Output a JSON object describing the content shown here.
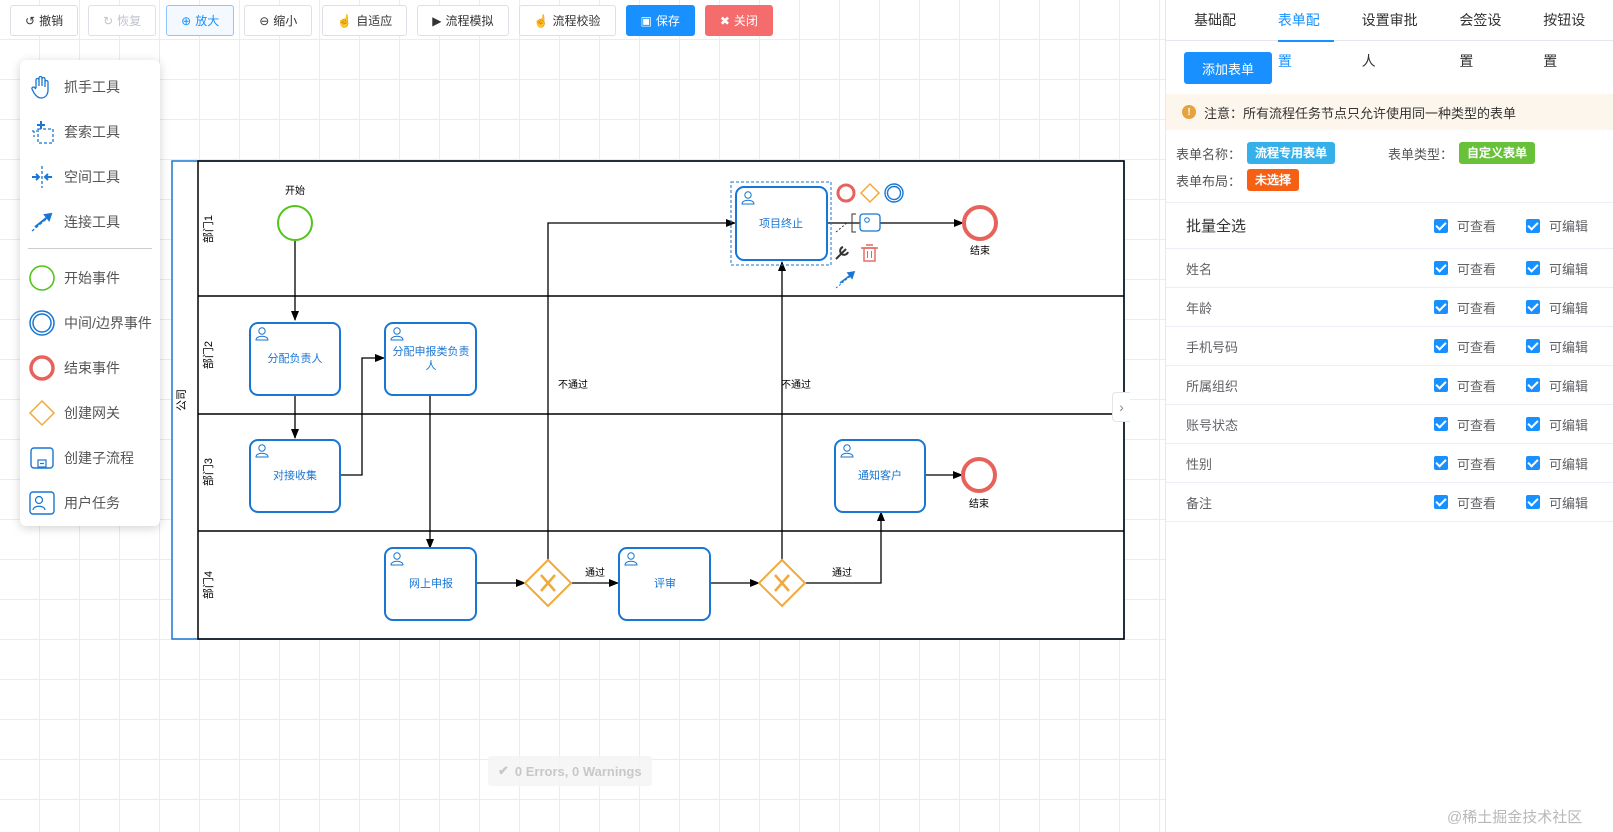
{
  "toolbar": {
    "undo": "撤销",
    "redo": "恢复",
    "zoom_in": "放大",
    "zoom_out": "缩小",
    "fit": "自适应",
    "simulate": "流程模拟",
    "validate": "流程校验",
    "save": "保存",
    "close": "关闭"
  },
  "palette": {
    "hand": "抓手工具",
    "lasso": "套索工具",
    "space": "空间工具",
    "connect": "连接工具",
    "start_event": "开始事件",
    "intermediate_event": "中间/边界事件",
    "end_event": "结束事件",
    "gateway": "创建网关",
    "subprocess": "创建子流程",
    "user_task": "用户任务"
  },
  "diagram": {
    "pool": "公司",
    "lanes": [
      "部门1",
      "部门2",
      "部门3",
      "部门4"
    ],
    "start_label": "开始",
    "end_label_1": "结束",
    "end_label_2": "结束",
    "tasks": {
      "project_end": "项目终止",
      "assign_owner": "分配负责人",
      "assign_reporter_line1": "分配申报类负责",
      "assign_reporter_line2": "人",
      "dock_collect": "对接收集",
      "notify_customer": "通知客户",
      "online_report": "网上申报",
      "review": "评审"
    },
    "flows": {
      "reject_1": "不通过",
      "reject_2": "不通过",
      "pass_1": "通过",
      "pass_2": "通过"
    }
  },
  "status": {
    "errors": "0 Errors, 0 Warnings"
  },
  "panel": {
    "tabs": [
      "基础配置",
      "表单配置",
      "设置审批人",
      "会签设置",
      "按钮设置"
    ],
    "active_tab": "表单配置",
    "add_form": "添加表单",
    "notice": "注意：所有流程任务节点只允许使用同一种类型的表单",
    "form_name_label": "表单名称：",
    "form_name_value": "流程专用表单",
    "form_type_label": "表单类型：",
    "form_type_value": "自定义表单",
    "layout_label": "表单布局：",
    "layout_value": "未选择",
    "select_all": "批量全选",
    "view_label": "可查看",
    "edit_label": "可编辑",
    "fields": [
      "姓名",
      "年龄",
      "手机号码",
      "所属组织",
      "账号状态",
      "性别",
      "备注"
    ]
  },
  "watermark": "@稀土掘金技术社区",
  "colors": {
    "primary": "#1890ff",
    "danger": "#f56c6c",
    "start_event": "#52c41a",
    "end_event": "#e8625c",
    "gateway": "#f0a93b",
    "task_border": "#1976d2"
  }
}
